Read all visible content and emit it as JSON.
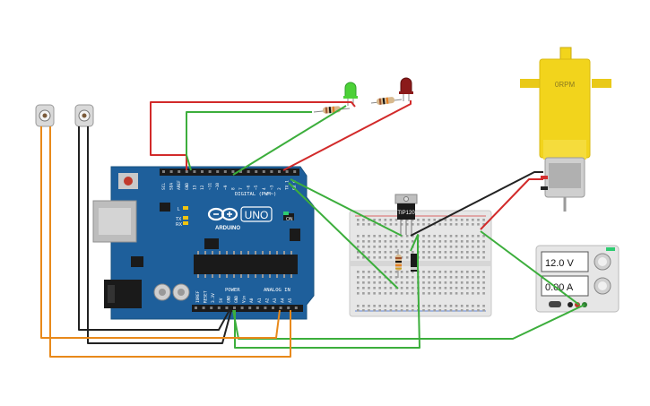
{
  "arduino": {
    "brand": "ARDUINO",
    "model": "UNO",
    "digital_label": "DIGITAL (PWM~)",
    "on_label": "ON",
    "tx_label": "TX",
    "rx_label": "RX",
    "l_label": "L",
    "power_label": "POWER",
    "analog_label": "ANALOG IN",
    "pin_labels_top": [
      "SCL",
      "SDA",
      "AREF",
      "GND",
      "13",
      "12",
      "~11",
      "~10",
      "~9",
      "8",
      "7",
      "~6",
      "~5",
      "4",
      "~3",
      "2",
      "TX 1",
      "RX 0"
    ],
    "pin_labels_bottom": [
      "IOREF",
      "RESET",
      "3.3V",
      "5V",
      "GND",
      "GND",
      "Vin",
      "A0",
      "A1",
      "A2",
      "A3",
      "A4",
      "A5"
    ]
  },
  "transistor": {
    "label": "TIP120"
  },
  "motor": {
    "label": "0RPM"
  },
  "power_supply": {
    "voltage": "12.0 V",
    "current": "0.00 A"
  },
  "colors": {
    "wire_red": "#d22a2a",
    "wire_green": "#3cae3c",
    "wire_black": "#222222",
    "wire_orange": "#e8891a",
    "board_blue": "#1e5f9b",
    "motor_yellow": "#f2d41c"
  }
}
